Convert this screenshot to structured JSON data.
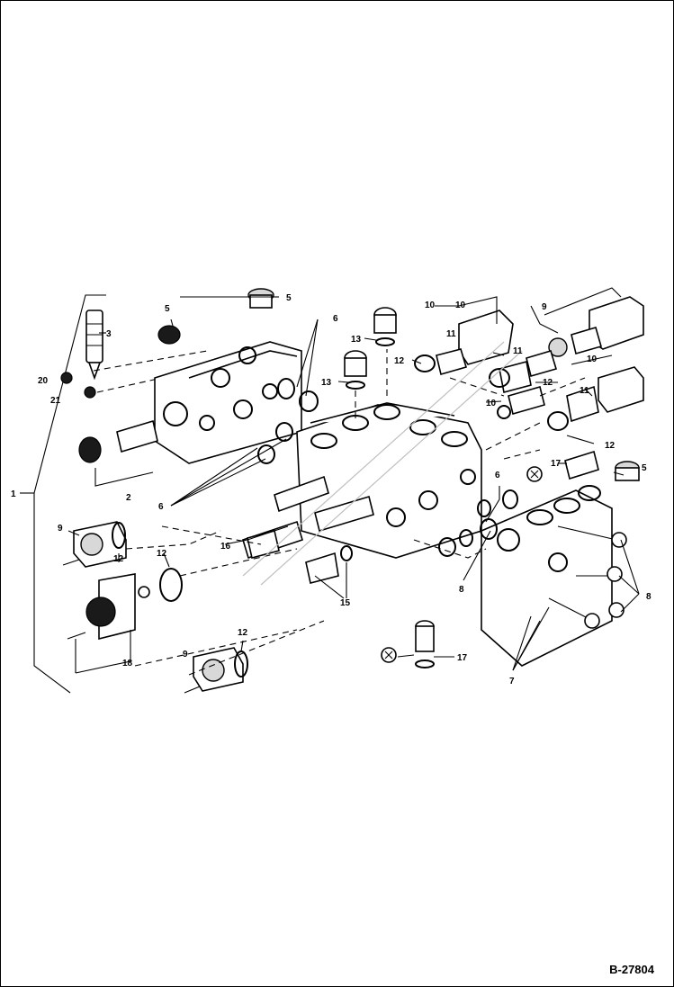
{
  "drawing_number": "B-27804",
  "callouts": {
    "c1": "1",
    "c2": "2",
    "c3": "3",
    "c5a": "5",
    "c5b": "5",
    "c5c": "5",
    "c6a": "6",
    "c6b": "6",
    "c6c": "6",
    "c7": "7",
    "c8a": "8",
    "c8b": "8",
    "c9a": "9",
    "c9b": "9",
    "c9c": "9",
    "c10a": "10",
    "c10b": "10",
    "c10c": "10",
    "c10d": "10",
    "c11a": "11",
    "c11b": "11",
    "c11c": "11",
    "c12a": "12",
    "c12b": "12",
    "c12c": "12",
    "c12d": "12",
    "c12e": "12",
    "c12f": "12",
    "c13a": "13",
    "c13b": "13",
    "c15": "15",
    "c16": "16",
    "c17a": "17",
    "c17b": "17",
    "c18": "18",
    "c20": "20",
    "c21": "21"
  },
  "colors": {
    "ink": "#000000",
    "paper": "#ffffff"
  }
}
